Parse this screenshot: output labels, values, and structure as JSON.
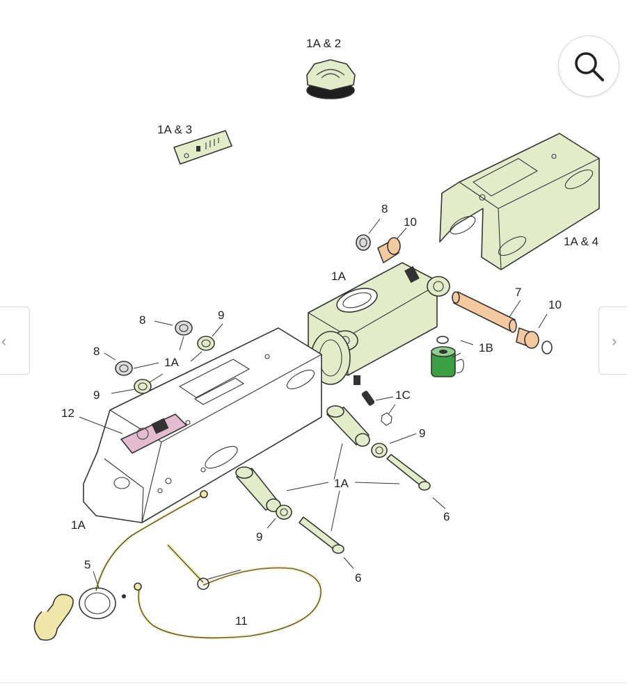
{
  "colors": {
    "housing_green": "#e3ecc8",
    "copper": "#f3c9a0",
    "cable_yellow": "#efe7a8",
    "label_pink": "#e4bcd0",
    "lock_green": "#3aa043",
    "gray_ring": "#dcdcdc"
  },
  "icons": {
    "search": "magnifier-icon",
    "prev": "chevron-left-icon",
    "next": "chevron-right-icon"
  },
  "nav": {
    "prev_glyph": "‹",
    "next_glyph": "›"
  },
  "callouts": {
    "cap": "1A & 2",
    "plate": "1A & 3",
    "bracket": "1A & 4",
    "head": "1A",
    "body_top": "1A",
    "body_bottom": "1A",
    "pins": "1A",
    "bolt": "1B",
    "screws": "1C",
    "ring_top": "8",
    "ring_left_top": "8",
    "ring_left": "8",
    "washer_right": "9",
    "washer_lower_left": "9",
    "washer_mid": "9",
    "washer_bottom": "9",
    "bush_top": "10",
    "bush_right": "10",
    "shaft": "7",
    "pin_right": "6",
    "pin_bottom": "6",
    "cable": "5",
    "wire": "11",
    "sticker": "12"
  }
}
